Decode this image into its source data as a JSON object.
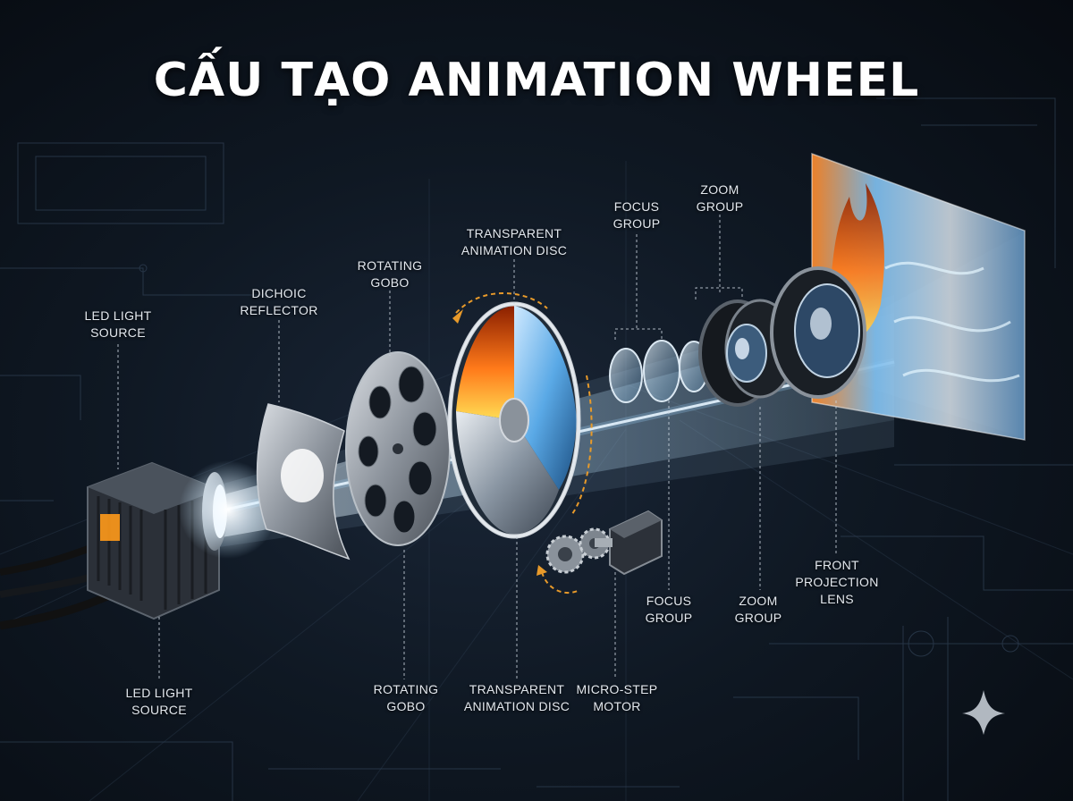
{
  "title": "CẤU TẠO ANIMATION WHEEL",
  "labels": {
    "led_top": [
      "LED LIGHT",
      "SOURCE"
    ],
    "dichroic": [
      "DICHOIC",
      "REFLECTOR"
    ],
    "gobo_top": [
      "ROTATING",
      "GOBO"
    ],
    "disc_top": [
      "TRANSPARENT",
      "ANIMATION DISC"
    ],
    "focus_top": [
      "FOCUS",
      "GROUP"
    ],
    "zoom_top": [
      "ZOOM",
      "GROUP"
    ],
    "led_bottom": [
      "LED LIGHT",
      "SOURCE"
    ],
    "gobo_bottom": [
      "ROTATING",
      "GOBO"
    ],
    "disc_bottom": [
      "TRANSPARENT",
      "ANIMATION DISC"
    ],
    "motor": [
      "MICRO-STEP",
      "MOTOR"
    ],
    "focus_bottom": [
      "FOCUS",
      "GROUP"
    ],
    "zoom_bottom": [
      "ZOOM",
      "GROUP"
    ],
    "front_lens": [
      "FRONT",
      "PROJECTION",
      "LENS"
    ]
  },
  "icons": [
    "led-module-icon",
    "reflector-icon",
    "gobo-wheel-icon",
    "animation-disc-icon",
    "gear-icon",
    "stepper-motor-icon",
    "focus-lens-icon",
    "zoom-lens-icon",
    "projection-lens-icon",
    "projection-screen-icon",
    "sparkle-icon"
  ],
  "colors": {
    "background": "#0b111a",
    "text": "#e3e8ee",
    "beam": "#bfe6ff",
    "fire": "#ff7a1a",
    "water": "#5aa9e6",
    "arrow": "#e89a2a"
  }
}
